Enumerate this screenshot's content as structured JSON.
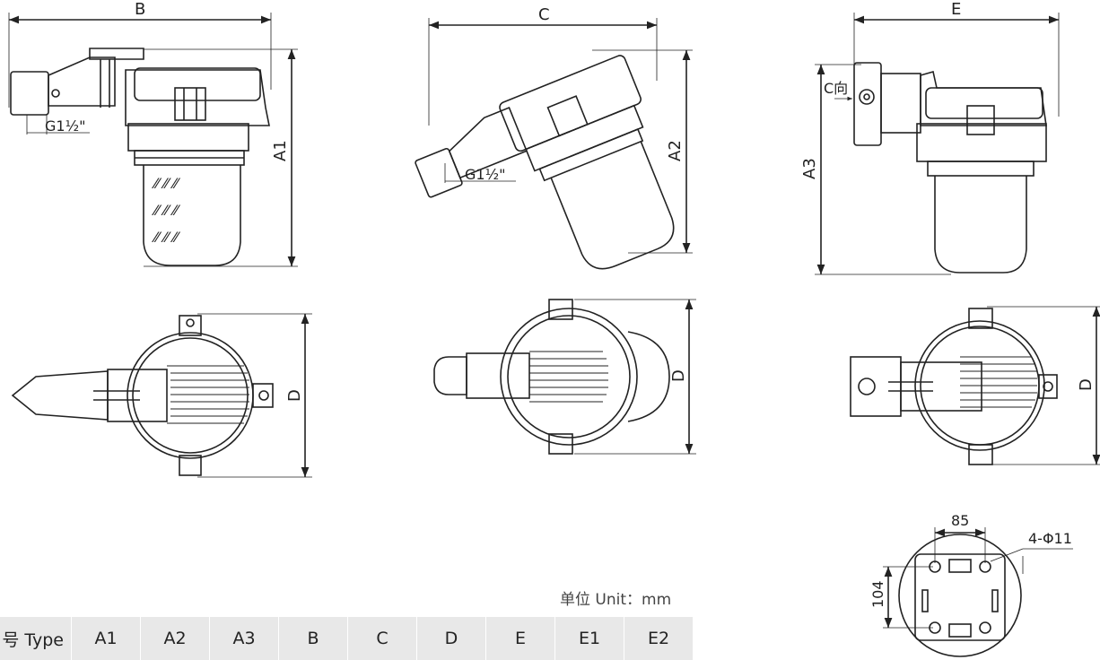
{
  "dimensions": {
    "B": "B",
    "C": "C",
    "E": "E",
    "A1": "A1",
    "A2": "A2",
    "A3": "A3",
    "D": "D",
    "thread": "G1½\"",
    "c_view": "C向",
    "mount_width": "85",
    "mount_height": "104",
    "holes": "4-Φ11"
  },
  "unit_note": "单位 Unit：mm",
  "table": {
    "header_first": "号 Type",
    "columns": [
      "A1",
      "A2",
      "A3",
      "B",
      "C",
      "D",
      "E",
      "E1",
      "E2"
    ]
  }
}
